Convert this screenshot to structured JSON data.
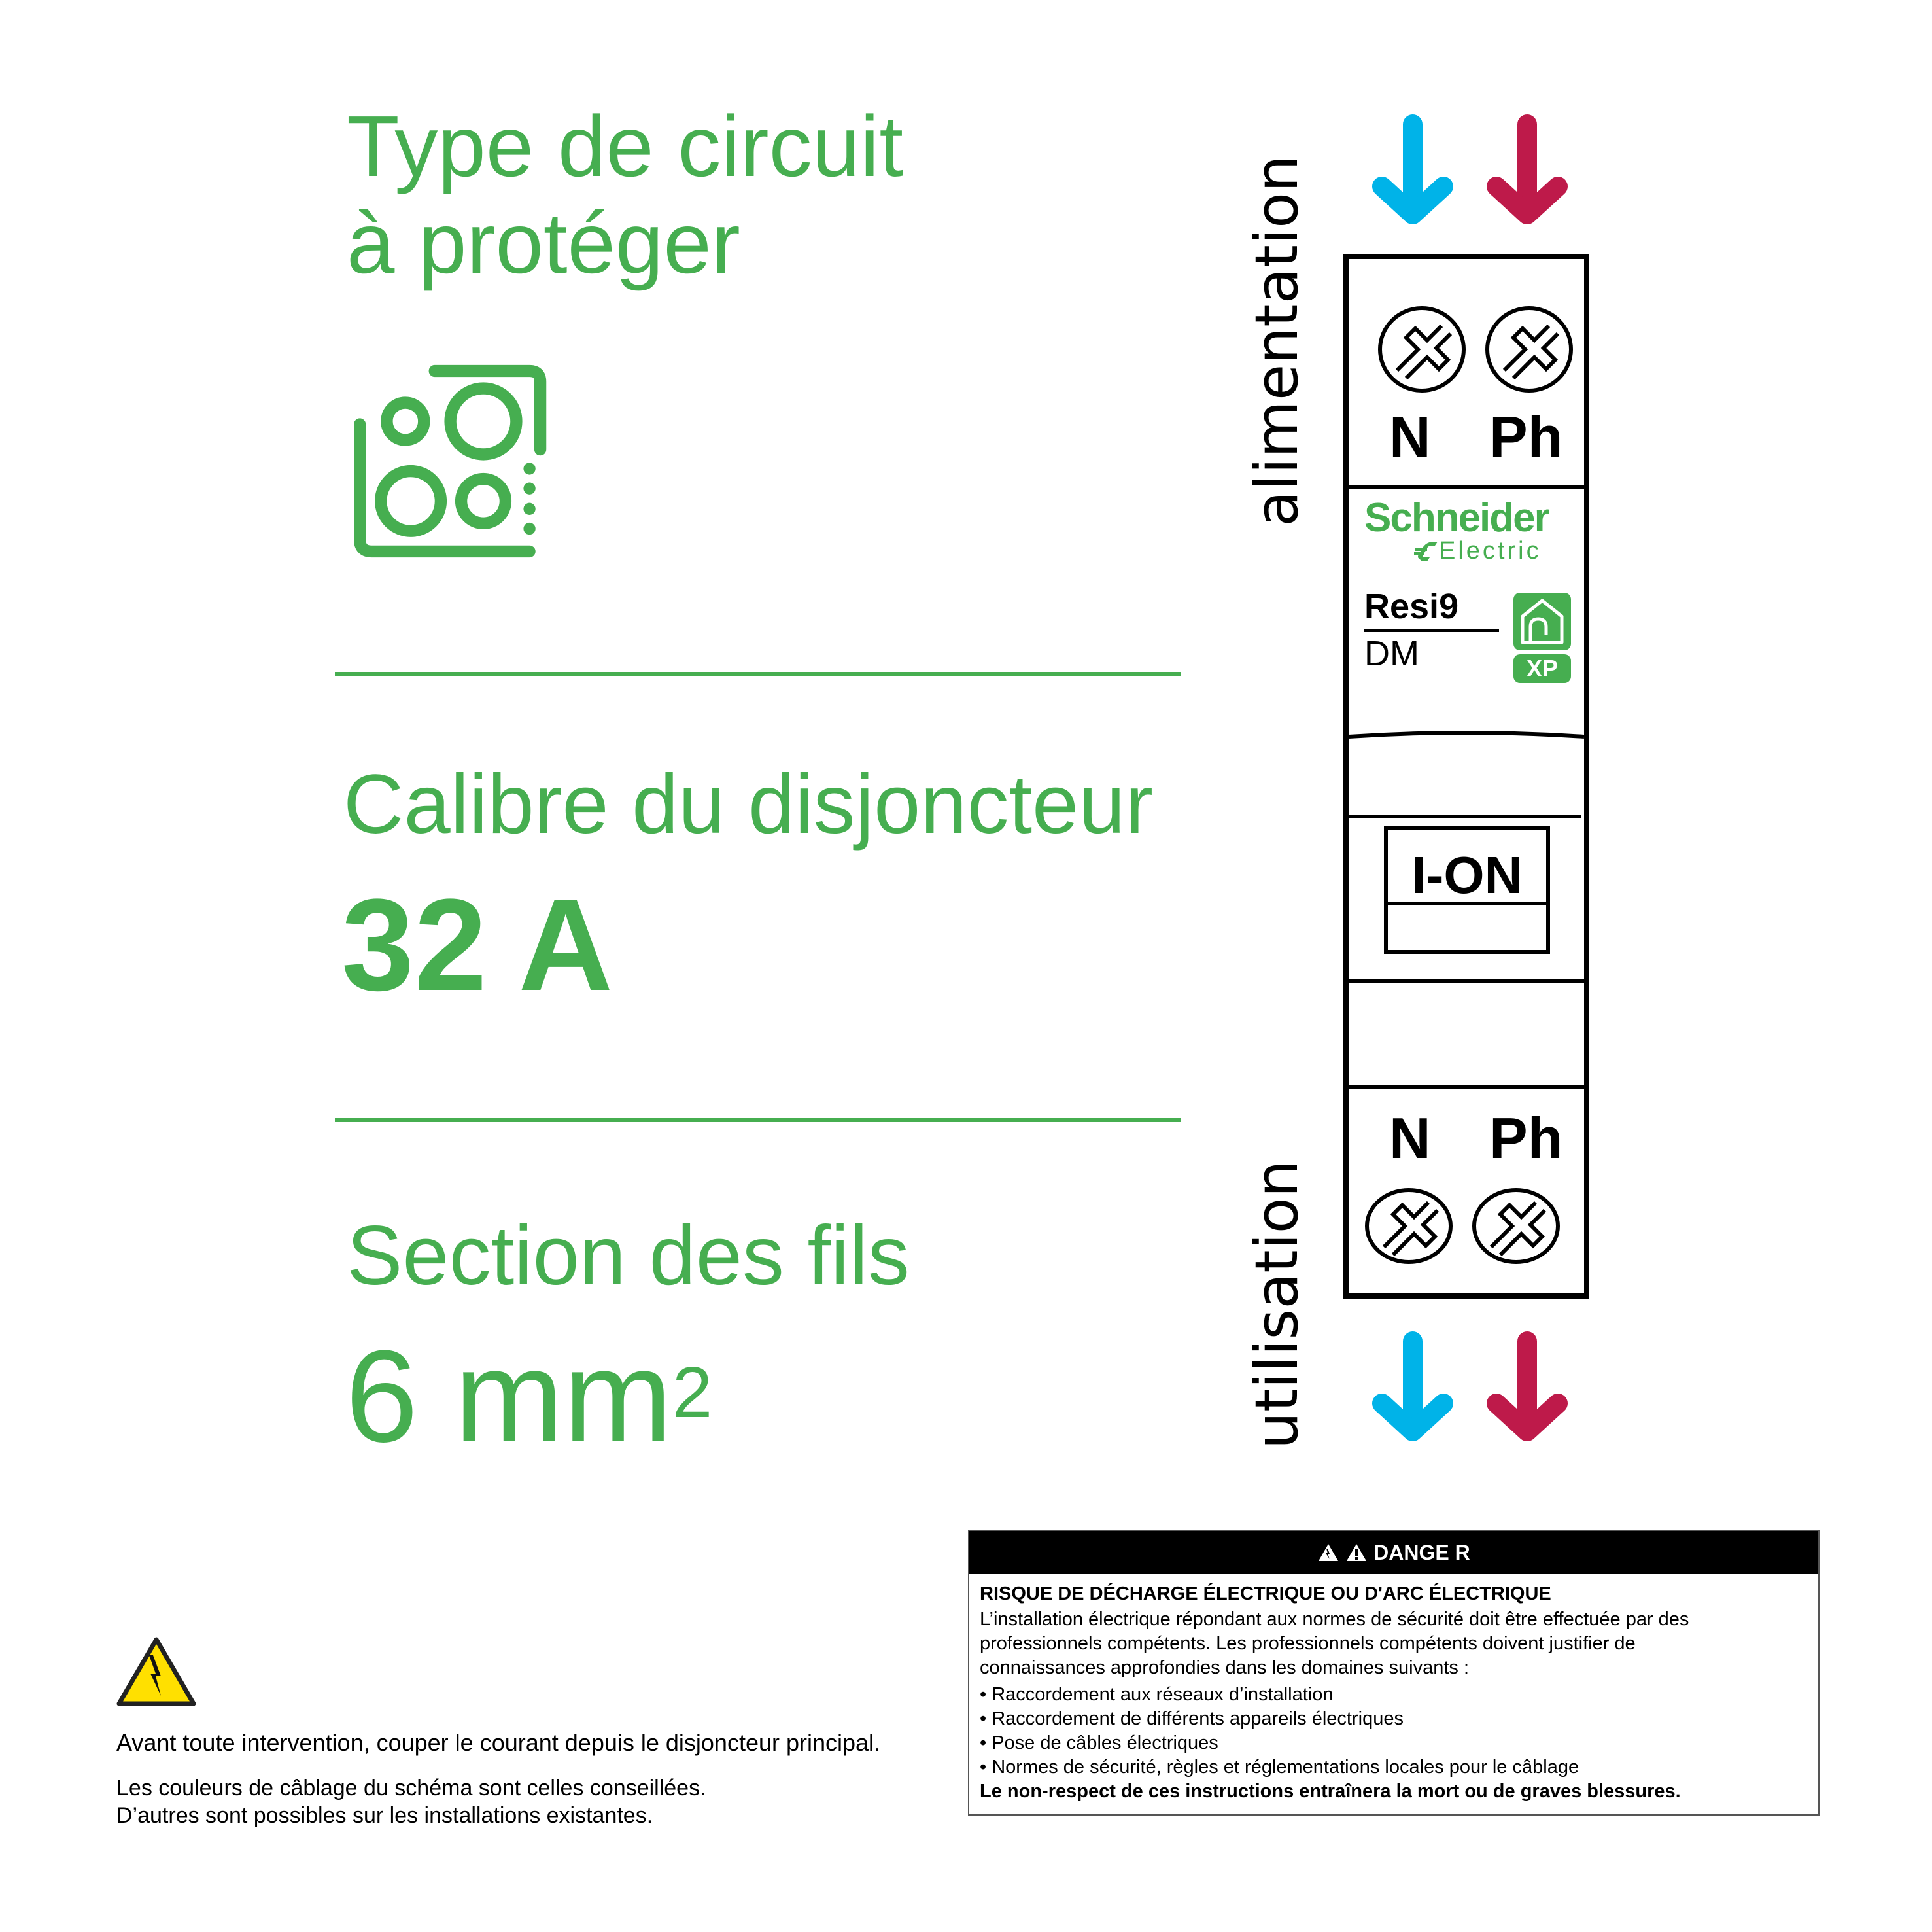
{
  "colors": {
    "brand_green": "#46ae50",
    "neutral_blue": "#00b3e8",
    "phase_red": "#be1a4a",
    "warning_yellow": "#ffe000",
    "black": "#000000"
  },
  "circuit_type": {
    "title_line1": "Type de circuit",
    "title_line2": "à protéger",
    "icon": "cooktop-hob-icon"
  },
  "breaker_rating": {
    "title": "Calibre du disjoncteur",
    "value": "32 A"
  },
  "wire_section": {
    "title": "Section des fils",
    "value": "6 mm",
    "value_sup": "2"
  },
  "diagram": {
    "supply_label": "alimentation",
    "load_label": "utilisation",
    "top_terminals": [
      {
        "label": "N",
        "arrow_color": "#00b3e8",
        "icon": "screw-terminal-icon"
      },
      {
        "label": "Ph",
        "arrow_color": "#be1a4a",
        "icon": "screw-terminal-icon"
      }
    ],
    "bottom_terminals": [
      {
        "label": "N",
        "arrow_color": "#00b3e8",
        "icon": "screw-terminal-icon"
      },
      {
        "label": "Ph",
        "arrow_color": "#be1a4a",
        "icon": "screw-terminal-icon"
      }
    ],
    "brand_name": "Schneider",
    "brand_sub": "Electric",
    "product_line": "Resi9",
    "product_type": "DM",
    "badge": "XP",
    "lever_label": "I-ON"
  },
  "warning_note": {
    "icon": "high-voltage-warning-icon",
    "line1": "Avant toute intervention, couper le courant depuis le disjoncteur principal.",
    "line2": "Les couleurs de câblage du schéma sont celles conseillées.",
    "line3": "D’autres sont possibles sur les installations existantes."
  },
  "danger_box": {
    "header": "DANGE R",
    "title": "RISQUE DE DÉCHARGE ÉLECTRIQUE OU D'ARC ÉLECTRIQUE",
    "intro_line1": "L’installation électrique répondant aux normes de sécurité doit être effectuée par des",
    "intro_line2": "professionnels compétents. Les professionnels compétents doivent justifier de",
    "intro_line3": "connaissances approfondies dans les domaines suivants :",
    "bullets": [
      "• Raccordement aux réseaux d’installation",
      "• Raccordement de différents appareils électriques",
      "• Pose de câbles électriques",
      "• Normes de sécurité, règles et réglementations locales pour le câblage"
    ],
    "footer": "Le non-respect de ces instructions entraînera la mort ou de graves blessures."
  }
}
